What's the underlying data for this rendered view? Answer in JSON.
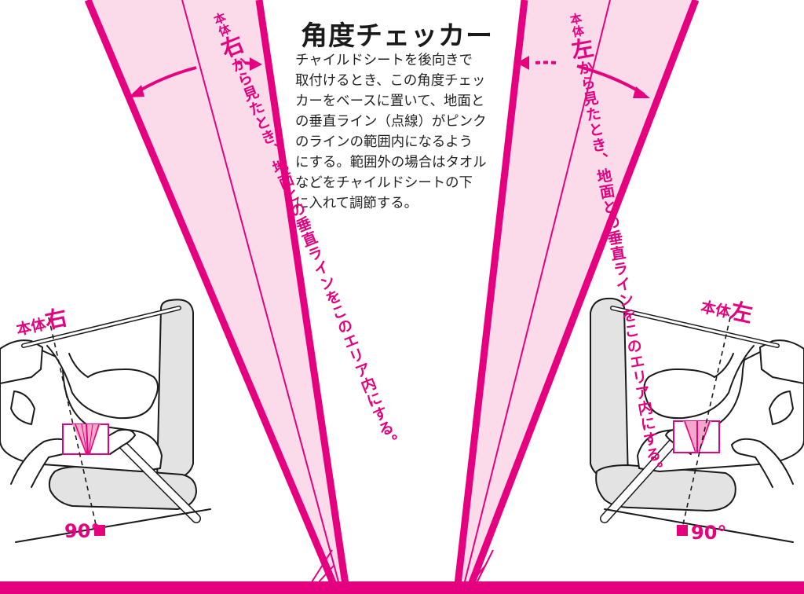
{
  "title": "角度チェッカー",
  "description_lines": [
    "チャイルドシートを後向きで",
    "取付けるとき、この角度チェッ",
    "カーをベースに置いて、地面と",
    "の垂直ライン（点線）がピンク",
    "のラインの範囲内になるよう",
    "にする。範囲外の場合はタオル",
    "などをチャイルドシートの下",
    "に入れて調節する。"
  ],
  "left_band": {
    "prefix": "本体",
    "side": "右",
    "text": "から見たとき、地面との垂直ラインをこのエリア内にする。"
  },
  "right_band": {
    "prefix": "本体",
    "side": "左",
    "text": "から見たとき、地面との垂直ラインをこのエリア内にする。"
  },
  "left_figure": {
    "prefix": "本体",
    "side": "右",
    "angle": "90°"
  },
  "right_figure": {
    "prefix": "本体",
    "side": "左",
    "angle": "90°"
  },
  "colors": {
    "accent": "#e5007f",
    "band_fill": "#fbdbe9",
    "seat_gray": "#e3e3e3",
    "outline": "#1a1a1a"
  }
}
